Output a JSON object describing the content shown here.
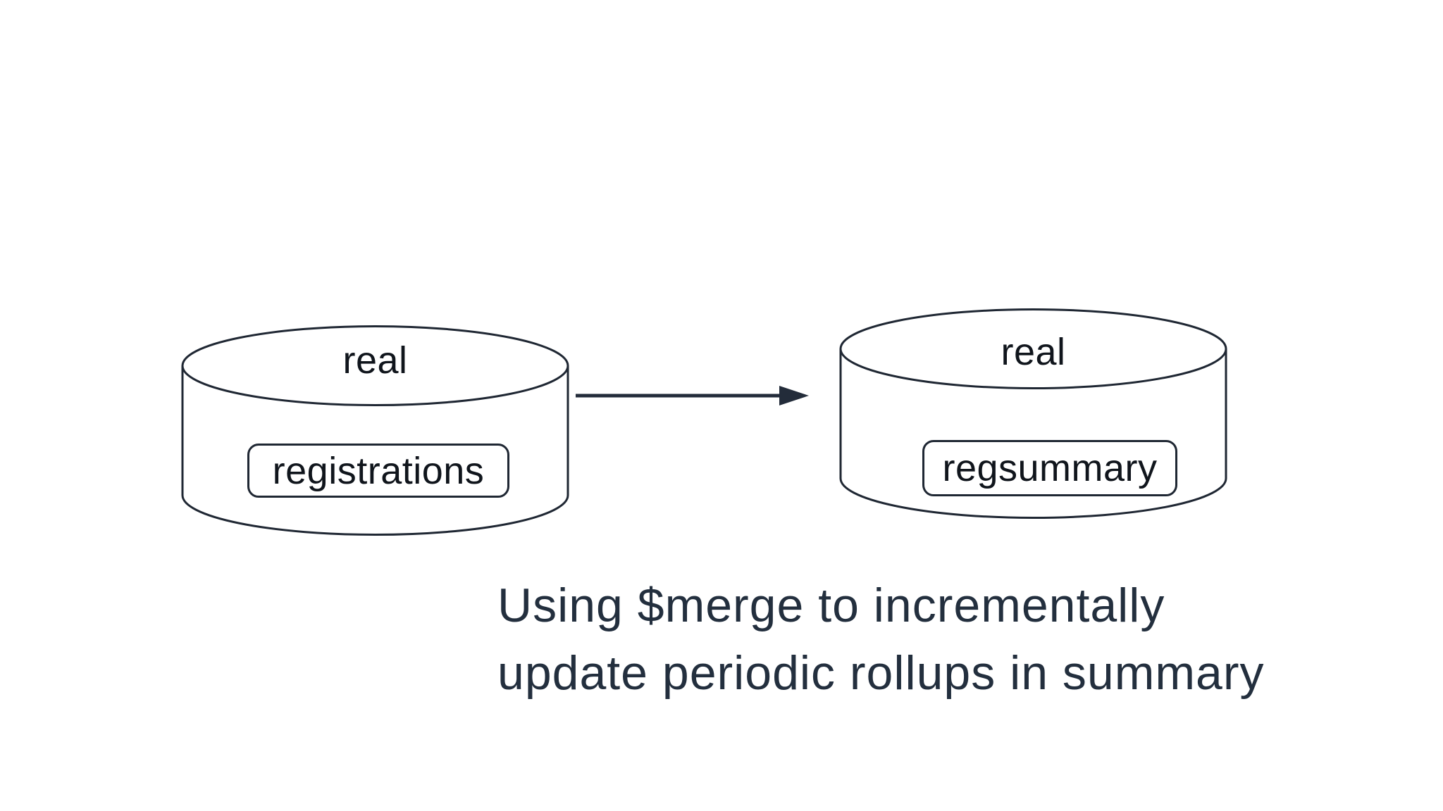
{
  "diagram": {
    "source": {
      "database": "real",
      "collection": "registrations"
    },
    "target": {
      "database": "real",
      "collection": "regsummary"
    }
  },
  "caption": {
    "line1": "Using $merge to incrementally",
    "line2": "update periodic rollups in summary"
  },
  "colors": {
    "background": "#ffffff",
    "shape_stroke": "#1f2733",
    "shape_fill": "#ffffff",
    "label_text": "#10151c",
    "caption_text": "#232f3e",
    "arrow": "#232c3a"
  }
}
